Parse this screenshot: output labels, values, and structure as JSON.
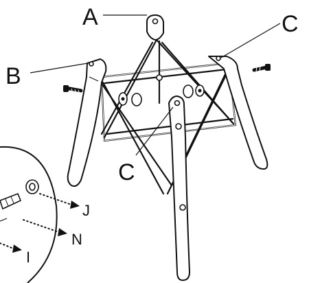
{
  "labels": {
    "a": "A",
    "b": "B",
    "c_top": "C",
    "c_mid": "C",
    "j": "J",
    "n": "N",
    "i": "I"
  },
  "colors": {
    "line": "#111111",
    "fill": "#ffffff"
  }
}
